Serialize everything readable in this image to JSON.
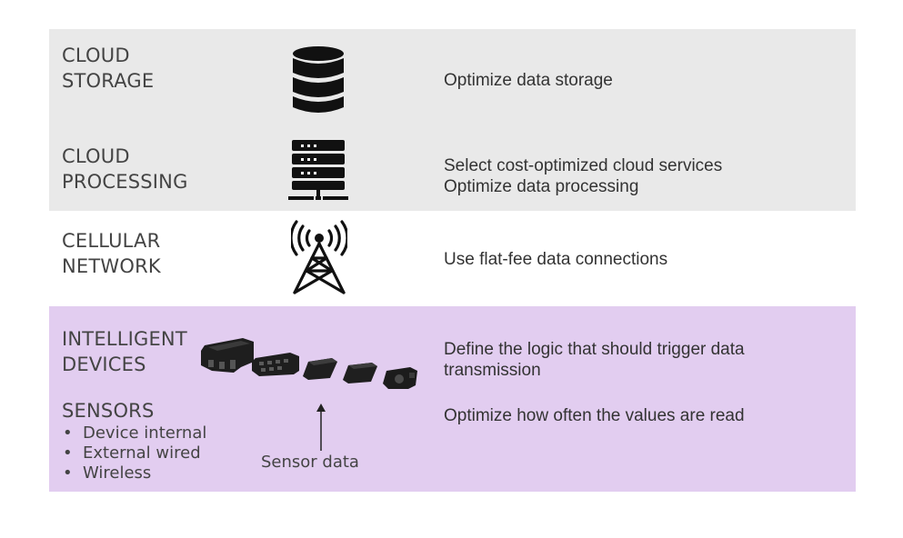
{
  "colors": {
    "gray_band": "#e9e9e9",
    "white_band": "#ffffff",
    "purple_band": "#e2cdf0",
    "icon": "#111111",
    "text": "#333333"
  },
  "rows": [
    {
      "id": "cloud-storage",
      "label": [
        "CLOUD",
        "STORAGE"
      ],
      "icon": "database-icon",
      "descriptions": [
        "Optimize data storage"
      ]
    },
    {
      "id": "cloud-processing",
      "label": [
        "CLOUD",
        "PROCESSING"
      ],
      "icon": "server-rack-icon",
      "descriptions": [
        "Select cost-optimized cloud services",
        "Optimize data processing"
      ]
    },
    {
      "id": "cellular-network",
      "label": [
        "CELLULAR",
        "NETWORK"
      ],
      "icon": "cell-tower-icon",
      "descriptions": [
        "Use flat-fee data connections"
      ]
    },
    {
      "id": "intelligent-devices",
      "label": [
        "INTELLIGENT",
        "DEVICES"
      ],
      "icon": "iot-devices-icon",
      "descriptions": [
        "Define the logic that should trigger data",
        "transmission"
      ]
    },
    {
      "id": "sensors",
      "label": [
        "SENSORS"
      ],
      "descriptions": [
        "Optimize how often the values are read"
      ],
      "bullets": [
        "Device internal",
        "External wired",
        "Wireless"
      ]
    }
  ],
  "sensor_caption": "Sensor data"
}
